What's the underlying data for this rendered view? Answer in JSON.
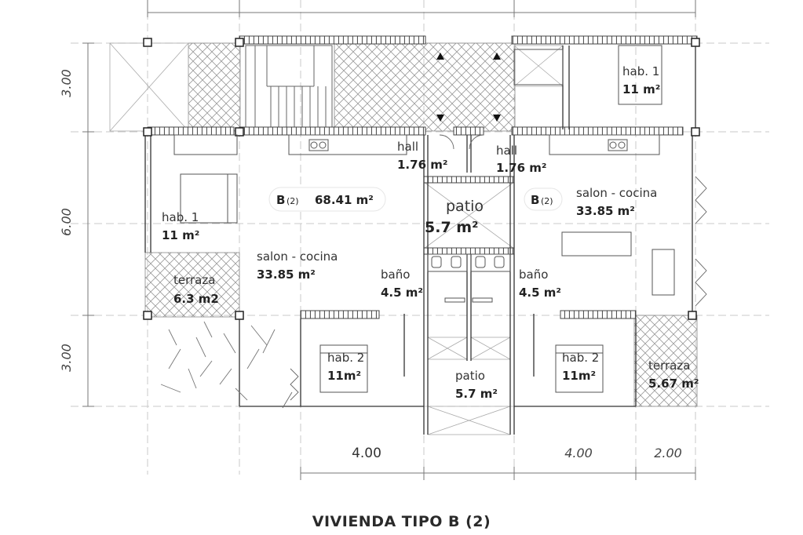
{
  "title": "VIVIENDA TIPO B (2)",
  "units": {
    "badge_left": {
      "letter": "B",
      "sub": "(2)",
      "area": "68.41 m²"
    },
    "badge_right": {
      "letter": "B",
      "sub": "(2)"
    }
  },
  "rooms": {
    "hab1_top_right": {
      "name": "hab. 1",
      "area": "11 m²"
    },
    "hall_left": {
      "name": "hall",
      "area": "1.76 m²"
    },
    "hall_right": {
      "name": "hall",
      "area": "1.76 m²"
    },
    "patio_center": {
      "name": "patio",
      "area": "5.7 m²"
    },
    "hab1_left": {
      "name": "hab. 1",
      "area": "11 m²"
    },
    "salon_left": {
      "name": "salon - cocina",
      "area": "33.85 m²"
    },
    "salon_right": {
      "name": "salon - cocina",
      "area": "33.85 m²"
    },
    "terraza_left": {
      "name": "terraza",
      "area": "6.3 m2"
    },
    "bano_left": {
      "name": "baño",
      "area": "4.5 m²"
    },
    "bano_right": {
      "name": "baño",
      "area": "4.5 m²"
    },
    "hab2_left": {
      "name": "hab. 2",
      "area": "11m²"
    },
    "hab2_right": {
      "name": "hab. 2",
      "area": "11m²"
    },
    "patio_bottom": {
      "name": "patio",
      "area": "5.7 m²"
    },
    "terraza_right": {
      "name": "terraza",
      "area": "5.67 m²"
    }
  },
  "dimensions": {
    "left": [
      "3.00",
      "6.00",
      "3.00"
    ],
    "bottom": [
      "4.00",
      "4.00",
      "2.00"
    ]
  }
}
